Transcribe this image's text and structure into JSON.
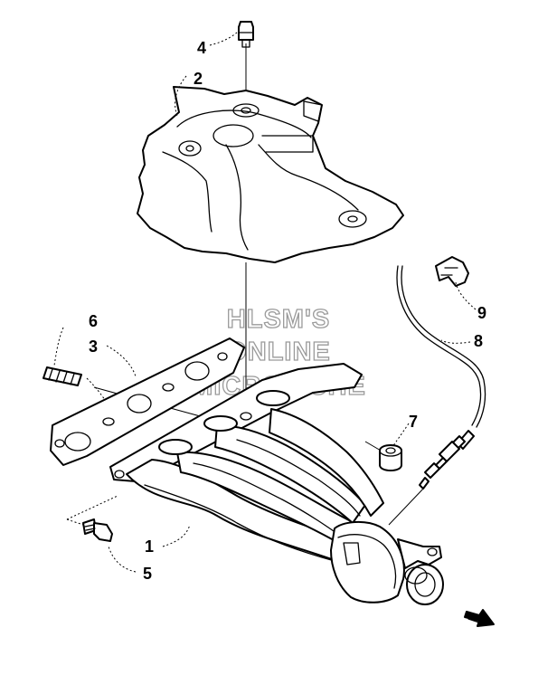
{
  "watermark": {
    "lines": [
      "HLSM'S",
      "ONLINE",
      "MICROFICHE"
    ],
    "color": "#9a9a9a"
  },
  "callouts": [
    {
      "id": "4",
      "label": "4"
    },
    {
      "id": "2",
      "label": "2"
    },
    {
      "id": "6",
      "label": "6"
    },
    {
      "id": "3",
      "label": "3"
    },
    {
      "id": "9",
      "label": "9"
    },
    {
      "id": "8",
      "label": "8"
    },
    {
      "id": "7",
      "label": "7"
    },
    {
      "id": "1",
      "label": "1"
    },
    {
      "id": "5",
      "label": "5"
    }
  ],
  "parts": [
    {
      "number": "1",
      "icon": "exhaust-manifold-icon"
    },
    {
      "number": "2",
      "icon": "heat-shield-icon"
    },
    {
      "number": "3",
      "icon": "manifold-gasket-icon"
    },
    {
      "number": "4",
      "icon": "shield-bolt-icon"
    },
    {
      "number": "5",
      "icon": "manifold-bolt-icon"
    },
    {
      "number": "6",
      "icon": "stud-icon"
    },
    {
      "number": "7",
      "icon": "spacer-icon"
    },
    {
      "number": "8",
      "icon": "oxygen-sensor-icon"
    },
    {
      "number": "9",
      "icon": "clip-icon"
    }
  ],
  "direction_arrow": {
    "icon": "front-arrow-icon"
  }
}
